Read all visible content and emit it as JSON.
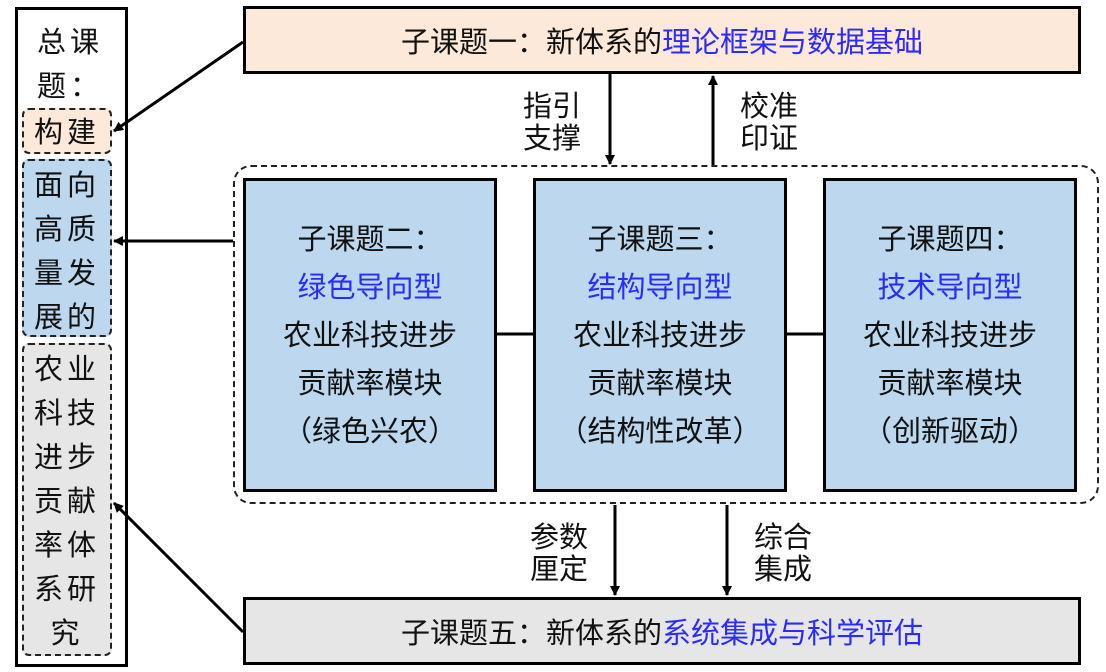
{
  "overall_topic": {
    "label_lines": [
      "总课",
      "题："
    ],
    "segments": [
      {
        "id": "construct",
        "lines": [
          "构建"
        ],
        "color": "#fde9d9"
      },
      {
        "id": "high-quality",
        "lines": [
          "面向",
          "高质",
          "量发",
          "展的"
        ],
        "color": "#bdd7ee"
      },
      {
        "id": "system-research",
        "lines": [
          "农业",
          "科技",
          "进步",
          "贡献",
          "率体",
          "系研",
          "究"
        ],
        "color": "#e7e6e6"
      }
    ]
  },
  "subtopic1": {
    "prefix": "子课题一：新体系的",
    "highlight": "理论框架与数据基础",
    "color": "#fde9d9"
  },
  "subtopic5": {
    "prefix": "子课题五：新体系的",
    "highlight": "系统集成与科学评估",
    "color": "#e7e6e6"
  },
  "modules": [
    {
      "title": "子课题二：",
      "type": "绿色导向型",
      "line1": "农业科技进步",
      "line2": "贡献率模块",
      "note": "（绿色兴农）"
    },
    {
      "title": "子课题三：",
      "type": "结构导向型",
      "line1": "农业科技进步",
      "line2": "贡献率模块",
      "note": "（结构性改革）"
    },
    {
      "title": "子课题四：",
      "type": "技术导向型",
      "line1": "农业科技进步",
      "line2": "贡献率模块",
      "note": "（创新驱动）"
    }
  ],
  "arrow_labels": {
    "guide_support": [
      "指引",
      "支撑"
    ],
    "calibrate_verify": [
      "校准",
      "印证"
    ],
    "parameter_calibration": [
      "参数",
      "厘定"
    ],
    "integration": [
      "综合",
      "集成"
    ]
  },
  "colors": {
    "highlight_text": "#2b2bff",
    "module_fill": "#bdd7ee"
  }
}
